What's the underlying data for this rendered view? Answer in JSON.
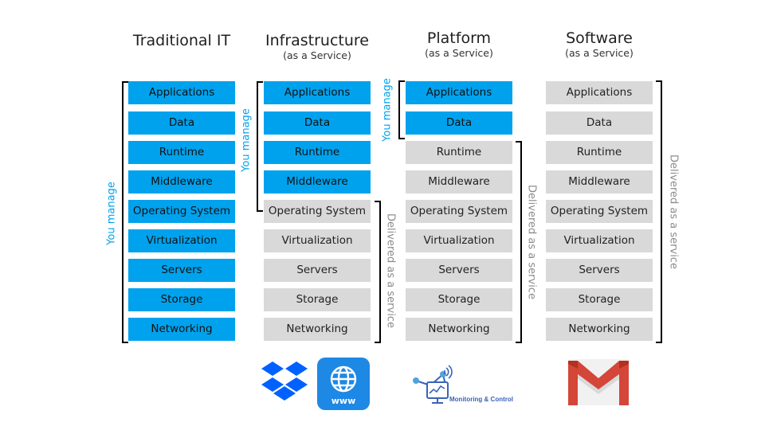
{
  "columns": [
    {
      "title": "Traditional IT",
      "subtitle": ""
    },
    {
      "title": "Infrastructure",
      "subtitle": "(as a Service)"
    },
    {
      "title": "Platform",
      "subtitle": "(as a Service)"
    },
    {
      "title": "Software",
      "subtitle": "(as a Service)"
    }
  ],
  "layers": [
    "Applications",
    "Data",
    "Runtime",
    "Middleware",
    "Operating System",
    "Virtualization",
    "Servers",
    "Storage",
    "Networking"
  ],
  "managed_counts": [
    9,
    4,
    2,
    0
  ],
  "labels": {
    "you_manage": "You manage",
    "delivered": "Delivered as a service"
  },
  "icons": [
    {
      "name": "dropbox-icon",
      "color": "#0061fe"
    },
    {
      "name": "www-globe-icon",
      "label": "www",
      "color": "#1e88e5"
    },
    {
      "name": "monitoring-control-icon",
      "label": "Monitoring & Control",
      "color": "#3a63b8"
    },
    {
      "name": "gmail-icon",
      "color": "#d44638"
    }
  ],
  "colors": {
    "managed": "#00a2ed",
    "service": "#d9d9d9",
    "service_bracket": "#a6a6a6"
  }
}
